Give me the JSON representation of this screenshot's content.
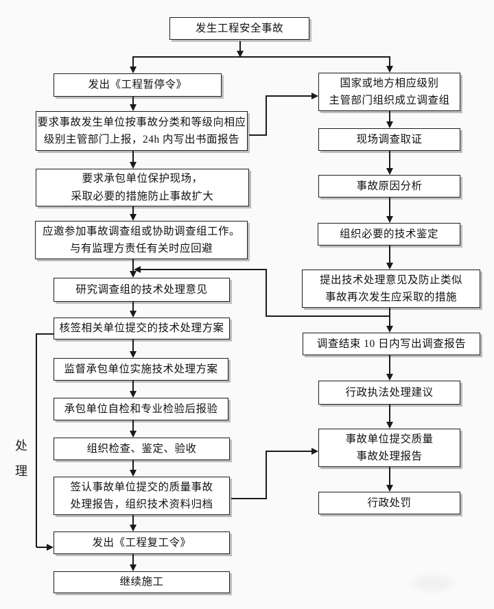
{
  "diagram_type": "flowchart",
  "language": "zh-CN",
  "nodes": {
    "start": "发生工程安全事故",
    "left": {
      "issue_suspend_order": "发出《工程暂停令》",
      "report_to_authority": "要求事故发生单位按事故分类和等级向相应\n级别主管部门上报，24h 内写出书面报告",
      "protect_site": "要求承包单位保护现场，\n采取必要的措施防止事故扩大",
      "join_investigation": "应邀参加事故调查组或协助调查组工作。\n与有监理方责任有关时应回避",
      "study_technical_opinion": "研究调查组的技术处理意见",
      "countersign_plan": "核签相关单位提交的技术处理方案",
      "supervise_implementation": "监督承包单位实施技术处理方案",
      "contractor_self_inspection": "承包单位自检和专业检验后报验",
      "organize_acceptance": "组织检查、鉴定、验收",
      "countersign_accident_report": "签认事故单位提交的质量事故\n处理报告，组织技术资料归档",
      "issue_resume_order": "发出《工程复工令》",
      "continue_construction": "继续施工"
    },
    "right": {
      "form_investigation_team": "国家或地方相应级别\n主管部门组织成立调查组",
      "site_investigation": "现场调查取证",
      "cause_analysis": "事故原因分析",
      "technical_appraisal": "组织必要的技术鉴定",
      "propose_measures": "提出技术处理意见及防止类似\n事故再次发生应采取的措施",
      "investigation_report": "调查结束 10 日内写出调查报告",
      "enforcement_suggestion": "行政执法处理建议",
      "submit_quality_report": "事故单位提交质量\n事故处理报告",
      "administrative_penalty": "行政处罚"
    },
    "side_label": "处\n理"
  },
  "edges": [
    {
      "from": "start",
      "to": "issue_suspend_order"
    },
    {
      "from": "start",
      "to": "form_investigation_team"
    },
    {
      "from": "issue_suspend_order",
      "to": "report_to_authority"
    },
    {
      "from": "report_to_authority",
      "to": "form_investigation_team"
    },
    {
      "from": "report_to_authority",
      "to": "protect_site"
    },
    {
      "from": "protect_site",
      "to": "join_investigation"
    },
    {
      "from": "join_investigation",
      "to": "study_technical_opinion"
    },
    {
      "from": "propose_measures",
      "to": "study_technical_opinion"
    },
    {
      "from": "study_technical_opinion",
      "to": "countersign_plan"
    },
    {
      "from": "countersign_plan",
      "to": "supervise_implementation"
    },
    {
      "from": "countersign_plan",
      "to": "issue_resume_order"
    },
    {
      "from": "supervise_implementation",
      "to": "contractor_self_inspection"
    },
    {
      "from": "contractor_self_inspection",
      "to": "organize_acceptance"
    },
    {
      "from": "organize_acceptance",
      "to": "countersign_accident_report"
    },
    {
      "from": "countersign_accident_report",
      "to": "issue_resume_order"
    },
    {
      "from": "countersign_accident_report",
      "to": "submit_quality_report"
    },
    {
      "from": "issue_resume_order",
      "to": "continue_construction"
    },
    {
      "from": "form_investigation_team",
      "to": "site_investigation"
    },
    {
      "from": "site_investigation",
      "to": "cause_analysis"
    },
    {
      "from": "cause_analysis",
      "to": "technical_appraisal"
    },
    {
      "from": "technical_appraisal",
      "to": "propose_measures"
    },
    {
      "from": "propose_measures",
      "to": "investigation_report"
    },
    {
      "from": "investigation_report",
      "to": "enforcement_suggestion"
    },
    {
      "from": "enforcement_suggestion",
      "to": "submit_quality_report"
    },
    {
      "from": "submit_quality_report",
      "to": "administrative_penalty"
    }
  ],
  "colors": {
    "line": "#1a1a1a",
    "box_fill": "#ffffff",
    "box_border": "#1c1c1c",
    "box_shadow": "#8c8c8c",
    "page_background": "#fbfafb",
    "text": "#111111"
  }
}
